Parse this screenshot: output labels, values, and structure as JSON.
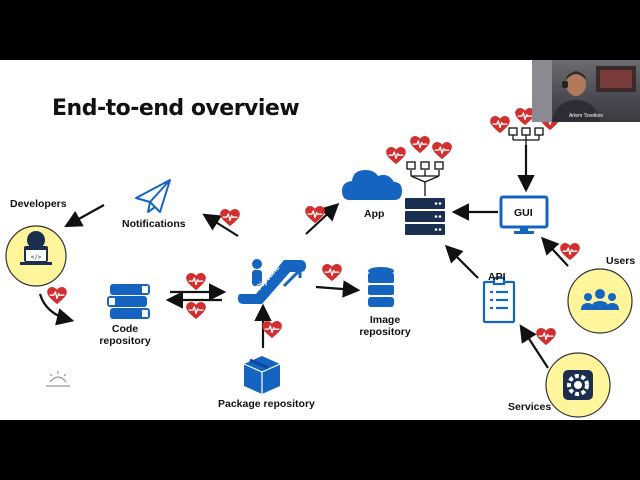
{
  "slide": {
    "title": "End-to-end overview",
    "labels": {
      "developers": "Developers",
      "notifications": "Notifications",
      "app": "App",
      "gui": "GUI",
      "users": "Users",
      "api": "API",
      "code_repository": "Code\nrepository",
      "pipeline": "Pipeline",
      "image_repository": "Image\nrepository",
      "package_repository": "Package repository",
      "services": "Services"
    }
  },
  "webcam": {
    "participant_name": "Artem Tsvetkov"
  },
  "colors": {
    "brand_blue": "#1565C0",
    "heart_red": "#D32F2F",
    "circle_fill": "#FFF59D",
    "circle_stroke": "#333333",
    "navy": "#1A2E4F"
  },
  "icons": [
    "laptop-icon",
    "paper-plane-icon",
    "cloud-icon",
    "server-icon",
    "gui-monitor-icon",
    "users-group-icon",
    "api-document-icon",
    "books-icon",
    "pipeline-escalator-icon",
    "database-icon",
    "package-box-icon",
    "gear-icon",
    "developer-icon",
    "network-icon",
    "heart-pulse-icon"
  ]
}
